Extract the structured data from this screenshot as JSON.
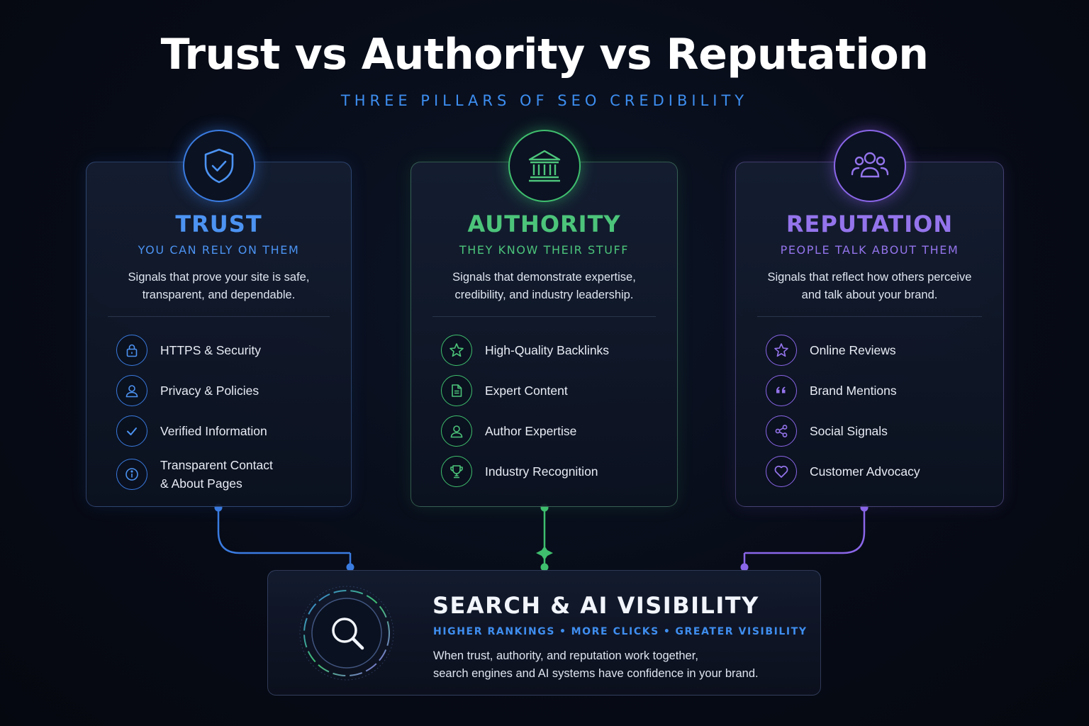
{
  "title": "Trust vs Authority vs Reputation",
  "subtitle": "THREE PILLARS OF SEO CREDIBILITY",
  "colors": {
    "trust": "#3a7be0",
    "authority": "#3fbf6e",
    "reputation": "#8a66e8",
    "background": "#070b16"
  },
  "cards": [
    {
      "key": "trust",
      "icon": "shield-check-icon",
      "title": "TRUST",
      "tagline": "YOU CAN RELY ON THEM",
      "description": "Signals that prove your site is safe, transparent, and dependable.",
      "items": [
        {
          "icon": "lock-icon",
          "label": "HTTPS & Security"
        },
        {
          "icon": "user-icon",
          "label": "Privacy & Policies"
        },
        {
          "icon": "checkmark-icon",
          "label": "Verified Information"
        },
        {
          "icon": "info-icon",
          "label": "Transparent Contact\n& About Pages"
        }
      ]
    },
    {
      "key": "authority",
      "icon": "institution-icon",
      "title": "AUTHORITY",
      "tagline": "THEY KNOW THEIR STUFF",
      "description": "Signals that demonstrate expertise, credibility, and industry leadership.",
      "items": [
        {
          "icon": "star-icon",
          "label": "High-Quality Backlinks"
        },
        {
          "icon": "document-icon",
          "label": "Expert Content"
        },
        {
          "icon": "user-icon",
          "label": "Author Expertise"
        },
        {
          "icon": "trophy-icon",
          "label": "Industry Recognition"
        }
      ]
    },
    {
      "key": "reputation",
      "icon": "people-group-icon",
      "title": "REPUTATION",
      "tagline": "PEOPLE TALK ABOUT THEM",
      "description": "Signals that reflect how others perceive and talk about your brand.",
      "items": [
        {
          "icon": "star-icon",
          "label": "Online Reviews"
        },
        {
          "icon": "quote-icon",
          "label": "Brand Mentions"
        },
        {
          "icon": "share-icon",
          "label": "Social Signals"
        },
        {
          "icon": "heart-icon",
          "label": "Customer Advocacy"
        }
      ]
    }
  ],
  "outcome": {
    "icon": "magnifier-icon",
    "title": "SEARCH & AI VISIBILITY",
    "tags": [
      "HIGHER RANKINGS",
      "MORE CLICKS",
      "GREATER VISIBILITY"
    ],
    "description": "When trust, authority, and reputation work together,\nsearch engines and AI systems have confidence in your brand."
  }
}
